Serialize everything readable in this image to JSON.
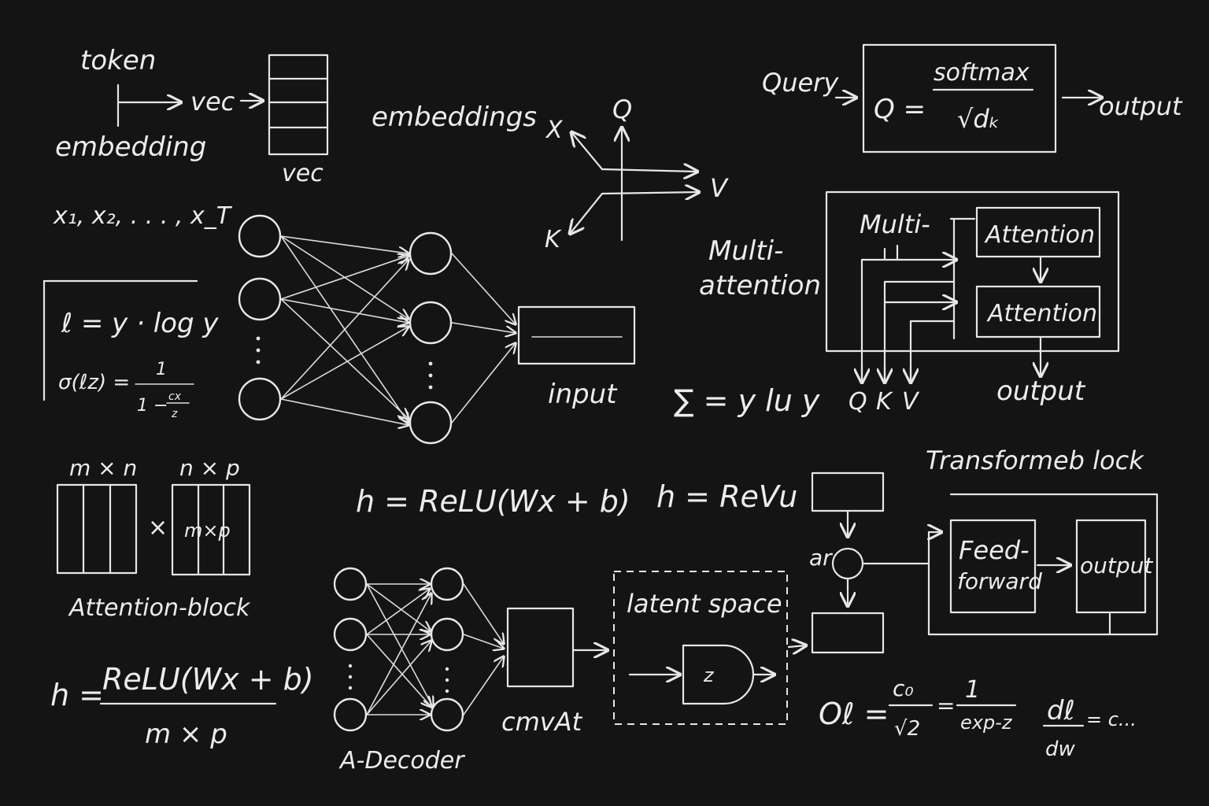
{
  "colors": {
    "board": "#141414",
    "chalk": "#ececec"
  },
  "embedding": {
    "token": "token",
    "vec_arrow": "vec",
    "embedding": "embedding",
    "vec_label": "vec",
    "embeddings_heading": "embeddings",
    "sequence": "x₁, x₂, . . . , x_T"
  },
  "axes": {
    "x": "X",
    "q": "Q",
    "v": "V",
    "k": "K"
  },
  "loss": {
    "formula": "ℓ = y · log y",
    "sigma_left": "σ(ℓz) =",
    "sigma_num": "1",
    "sigma_den": "1 − ",
    "sigma_den_frac_top": "cx",
    "sigma_den_frac_bottom": "z"
  },
  "network": {
    "input_label": "input"
  },
  "sum_formula": "∑ = y lu y",
  "query": {
    "query_label": "Query",
    "q_equals": "Q =",
    "numerator": "softmax",
    "denominator": "√dₖ",
    "output": "output"
  },
  "multi_attention": {
    "label_line1": "Multi-",
    "label_line2": "attention",
    "inner_multi": "Multi-",
    "attention_1": "Attention",
    "attention_2": "Attention",
    "q": "Q",
    "k": "K",
    "v": "V",
    "output": "output"
  },
  "matrix": {
    "left_dims": "m × n",
    "right_dims": "n × p",
    "times": "×",
    "inner": "m×p",
    "caption": "Attention-block"
  },
  "relu": {
    "eq1": "h = ReLU(Wx + b)",
    "eq2": "h = ReVu",
    "big_left": "h =",
    "big_num": "ReLU(Wx + b)",
    "big_den": "m × p"
  },
  "decoder": {
    "label": "A-Decoder",
    "cmvat": "cmvAt",
    "latent": "latent space",
    "z": "z"
  },
  "transformer": {
    "title": "Transformeb lock",
    "ar": "ar",
    "feed_line1": "Feed-",
    "feed_line2": "forward",
    "output": "output"
  },
  "bottom_formula": {
    "lhs": "Oℓ =",
    "frac1_top": "c₀",
    "frac1_bottom": "√2",
    "eq": "=",
    "frac2_top": "1",
    "frac2_bottom": "exp-z",
    "deriv_top": "dℓ",
    "deriv_bottom": "dw",
    "rhs": "= c..."
  }
}
